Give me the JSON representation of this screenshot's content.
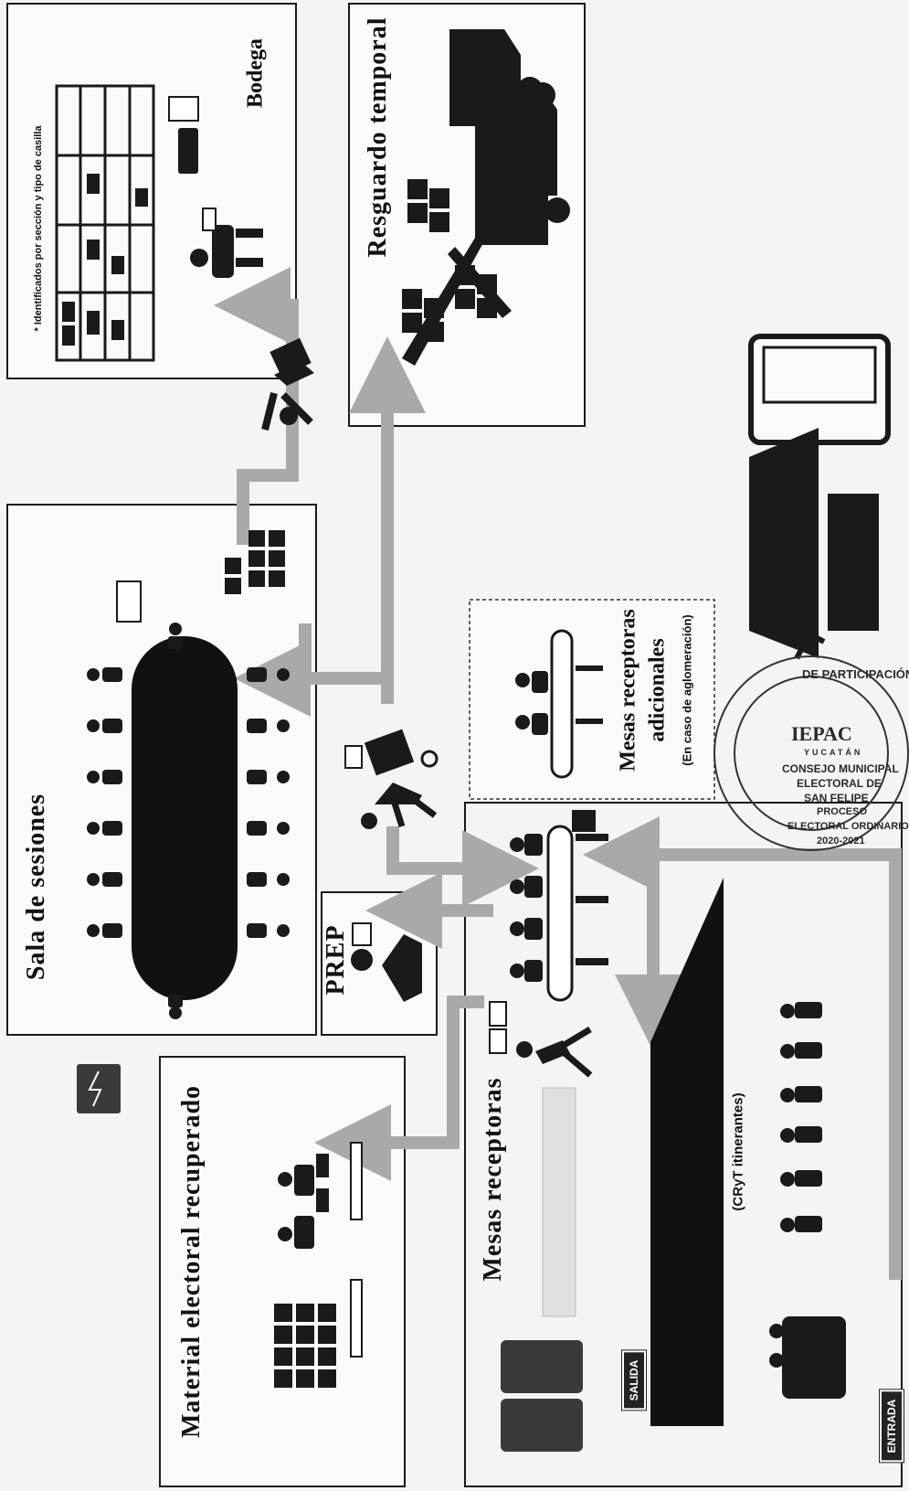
{
  "areas": {
    "bodega": "Bodega",
    "bodega_note": "* Identificados por sección y tipo de casilla",
    "resguardo": "Resguardo temporal",
    "sala": "Sala de sesiones",
    "mesas_adicionales_1": "Mesas receptoras",
    "mesas_adicionales_2": "adicionales",
    "mesas_adicionales_3": "(En caso de aglomeración)",
    "prep": "PREP",
    "material": "Material electoral recuperado",
    "mesas": "Mesas receptoras",
    "cryt": "(CRyT itinerantes)"
  },
  "buttons": {
    "salida": "SALIDA",
    "entrada": "ENTRADA"
  },
  "seal": {
    "ring_top": "DE PARTICIPACIÓN",
    "brand": "IEPAC",
    "brand_sub": "YUCATÁN",
    "line1": "CONSEJO MUNICIPAL",
    "line2": "ELECTORAL DE",
    "line3": "SAN FELIPE",
    "line4": "PROCESO",
    "line5": "ELECTORAL ORDINARIO",
    "line6": "2020-2021"
  },
  "colors": {
    "arrow": "#a9a9a9",
    "ink": "#141414",
    "border": "#1a1a1a"
  }
}
